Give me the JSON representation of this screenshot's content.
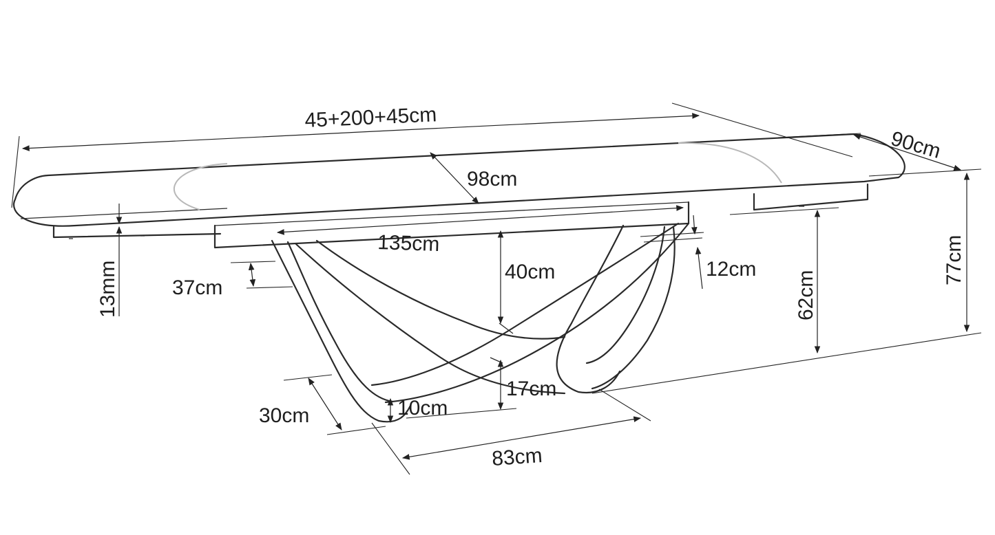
{
  "dimensions": {
    "total_length": "45+200+45cm",
    "depth": "90cm",
    "total_height": "77cm",
    "top_thickness": "13mm",
    "inner_diagonal": "98cm",
    "center_length": "135cm",
    "frame_height": "40cm",
    "side_profile": "12cm",
    "leg_height": "62cm",
    "leg_curve": "37cm",
    "base_width": "30cm",
    "lower_curve": "17cm",
    "foot_height": "10cm",
    "base_length": "83cm"
  },
  "colors": {
    "line": "#2a2a2a",
    "ghost_line": "#b8b8b8",
    "text": "#1e1e1e"
  }
}
